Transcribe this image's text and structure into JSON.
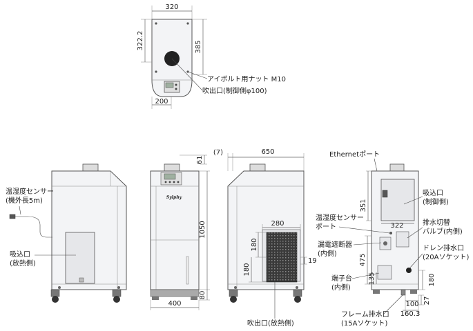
{
  "top_view": {
    "width_dim": "320",
    "depth_dim_left": "322.2",
    "depth_dim_right": "385",
    "bottom_dim": "200",
    "label_eyebolt": "アイボルト用ナット M10",
    "label_outlet": "吹出口(制御側φ100)"
  },
  "left_view": {
    "label_sensor_1": "温湿度センサー",
    "label_sensor_2": "(機外長5m)",
    "label_intake_1": "吸込口",
    "label_intake_2": "(放熱側)"
  },
  "front_view": {
    "dim_61": "61",
    "dim_1050": "1050",
    "dim_80": "80",
    "dim_400": "400",
    "logo": "Sylphy"
  },
  "side_view": {
    "dim_7": "(7)",
    "dim_650": "650",
    "dim_280": "280",
    "dim_180v": "180",
    "dim_180h": "180",
    "dim_19": "19",
    "label_outlet": "吹出口(放熱側)"
  },
  "rear_view": {
    "label_ethernet": "Ethernetポート",
    "dim_351": "351",
    "dim_322": "322",
    "dim_475": "475",
    "dim_135": "135",
    "dim_180": "180",
    "dim_100": "100",
    "dim_27": "27",
    "dim_160_3": "160.3",
    "label_intake_1": "吸込口",
    "label_intake_2": "(制御側)",
    "label_sensor_port_1": "温湿度センサー",
    "label_sensor_port_2": "ポート",
    "label_drain_valve_1": "排水切替",
    "label_drain_valve_2": "バルブ(内側)",
    "label_breaker_1": "漏電遮断器",
    "label_breaker_2": "(内側)",
    "label_drain_outlet_1": "ドレン排水口",
    "label_drain_outlet_2": "(20Aソケット)",
    "label_terminal_1": "端子台",
    "label_terminal_2": "(内側)",
    "label_frame_drain_1": "フレーム排水口",
    "label_frame_drain_2": "(15Aソケット)"
  }
}
